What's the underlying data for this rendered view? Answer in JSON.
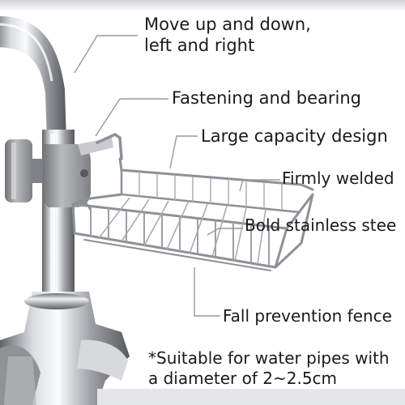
{
  "callouts": {
    "move_line1": "Move up and down,",
    "move_line2": "left and right",
    "fastening": "Fastening and bearing",
    "capacity": "Large capacity design",
    "welded": "Firmly welded",
    "stainless": "Bold stainless stee",
    "fence": "Fall prevention fence"
  },
  "note": {
    "line1": "*Suitable for water pipes with",
    "line2": "a diameter of 2~2.5cm"
  },
  "icons": [
    "faucet-illustration",
    "rack-illustration",
    "clamp-illustration"
  ],
  "colors": {
    "text": "#1a1a1a",
    "leader_line": "#9a9a9a",
    "chrome_dark": "#6f7378",
    "chrome_light": "#e6e8ea",
    "clamp_gray": "#8c8f93"
  }
}
